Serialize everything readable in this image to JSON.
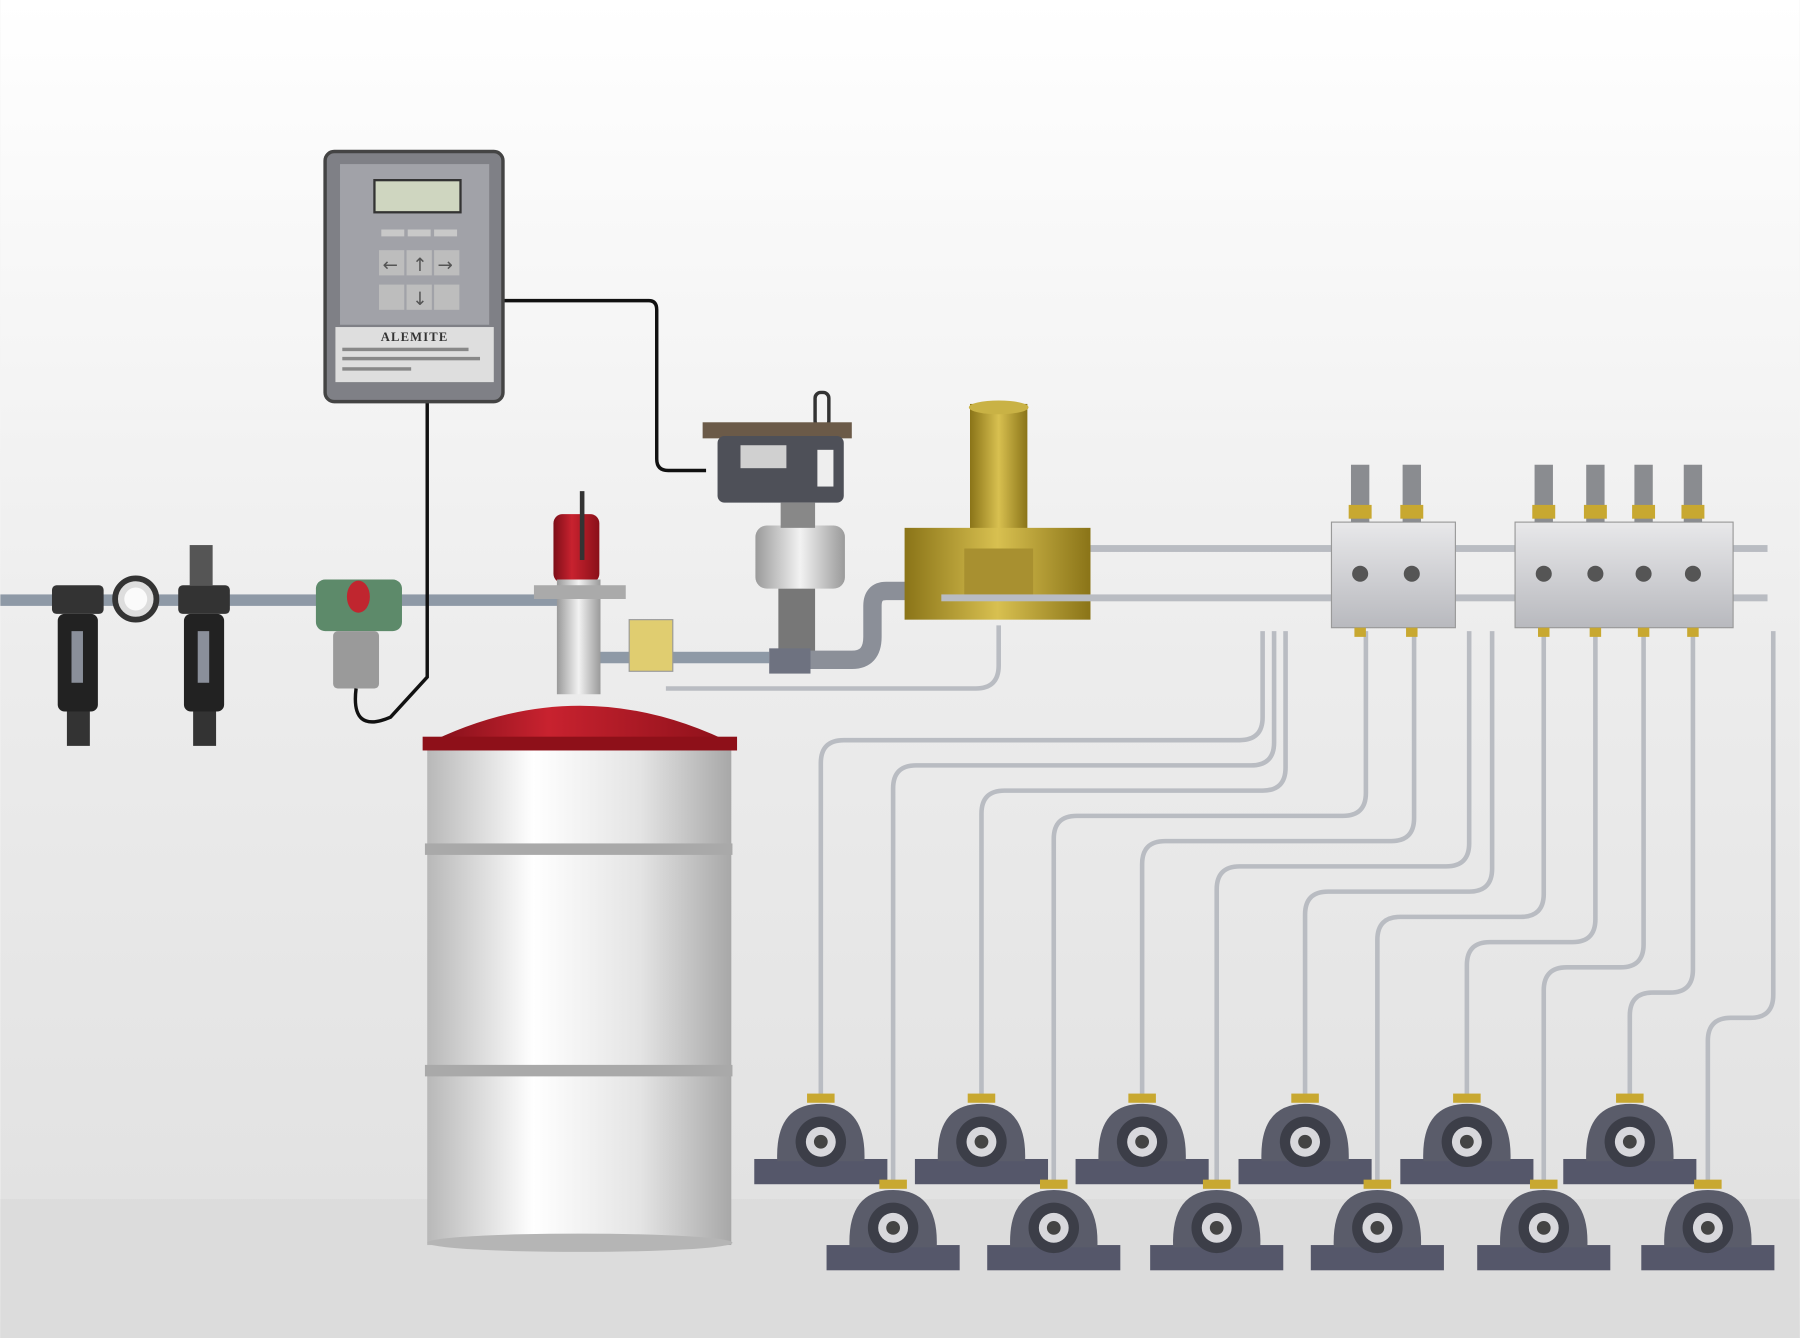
{
  "controller": {
    "brand": "ALEMITE"
  },
  "colors": {
    "drum_lid": "#b3182a",
    "brass": "#b8a030",
    "tube": "#b9bcc2",
    "bearing": "#5a5c6a"
  },
  "system": {
    "divider_blocks": 2,
    "bearing_points": 12
  }
}
